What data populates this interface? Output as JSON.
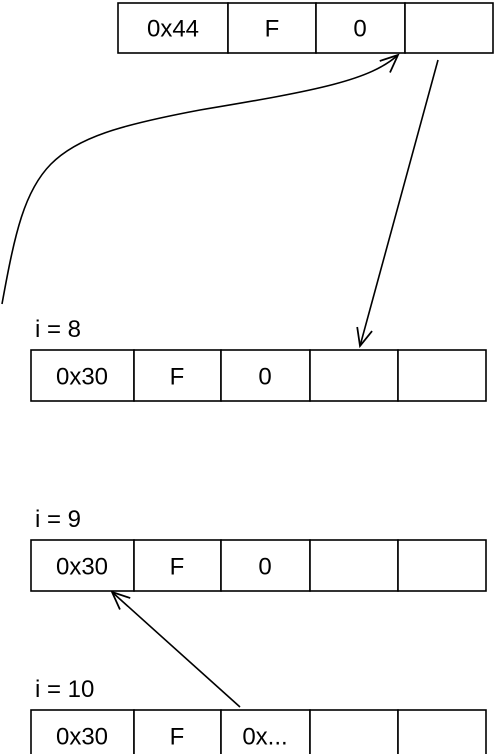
{
  "nodes": {
    "top": {
      "label": "",
      "cells": [
        "0x44",
        "F",
        "0",
        ""
      ]
    },
    "i8": {
      "label": "i = 8",
      "cells": [
        "0x30",
        "F",
        "0",
        "",
        ""
      ]
    },
    "i9": {
      "label": "i = 9",
      "cells": [
        "0x30",
        "F",
        "0",
        "",
        ""
      ]
    },
    "i10": {
      "label": "i = 10",
      "cells": [
        "0x30",
        "F",
        "0x...",
        "",
        ""
      ]
    }
  },
  "colors": {
    "stroke": "#000000",
    "fill": "#ffffff",
    "text": "#000000"
  }
}
